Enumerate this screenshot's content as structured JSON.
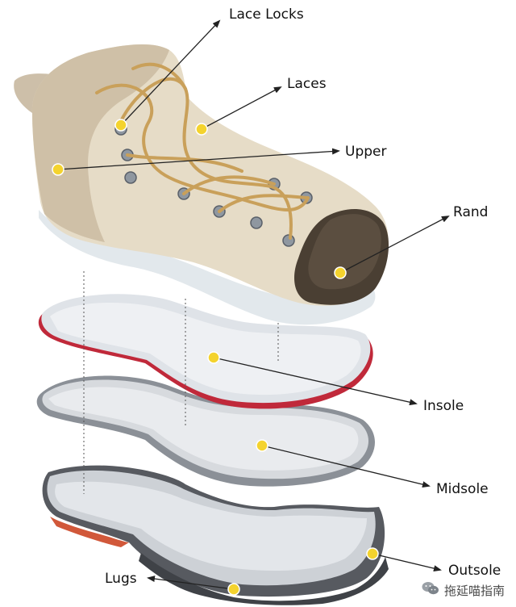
{
  "labels": {
    "lace_locks": "Lace Locks",
    "laces": "Laces",
    "upper": "Upper",
    "rand": "Rand",
    "insole": "Insole",
    "midsole": "Midsole",
    "outsole": "Outsole",
    "lugs": "Lugs"
  },
  "watermark": {
    "text": "拖延喵指南",
    "icon": "wechat-icon"
  },
  "colors": {
    "marker": "#f4d32e",
    "boot_upper": "#e6dcc7",
    "rand": "#4a3f33",
    "lace": "#c9a05a",
    "insole_edge": "#c0293a",
    "outsole_tread": "#3f4247",
    "outsole_heel": "#d1583a"
  }
}
